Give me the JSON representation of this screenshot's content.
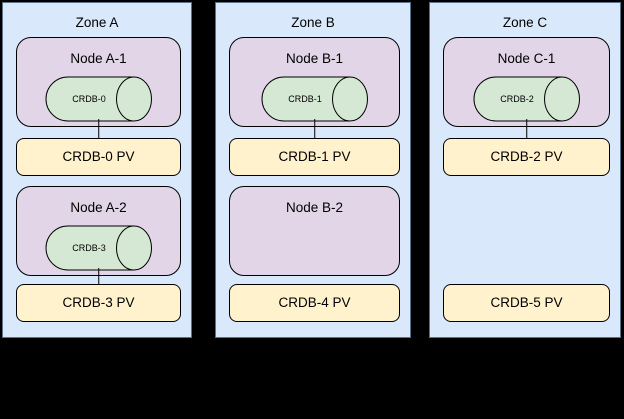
{
  "diagram": {
    "description": "CockroachDB on Kubernetes zone/node/persistent-volume topology diagram",
    "background_color": "#000000",
    "colors": {
      "zone_fill": "#dae8fc",
      "zone_border": "#5b718a",
      "node_fill": "#e1d5e7",
      "node_border": "#000000",
      "pod_fill": "#d5e8d4",
      "pod_border": "#000000",
      "pv_fill": "#fff2cc",
      "pv_border": "#000000",
      "connector_color": "#000000"
    },
    "zones": [
      {
        "title": "Zone A",
        "nodes": [
          {
            "label": "Node A-1",
            "pod": "CRDB-0",
            "pv": "CRDB-0 PV",
            "pod_connected_to_pv": true
          },
          {
            "label": "Node A-2",
            "pod": "CRDB-3",
            "pv": "CRDB-3 PV",
            "pod_connected_to_pv": true
          }
        ]
      },
      {
        "title": "Zone B",
        "nodes": [
          {
            "label": "Node B-1",
            "pod": "CRDB-1",
            "pv": "CRDB-1 PV",
            "pod_connected_to_pv": true
          },
          {
            "label": "Node B-2",
            "pod": null,
            "pv": "CRDB-4 PV",
            "pod_connected_to_pv": false
          }
        ]
      },
      {
        "title": "Zone C",
        "nodes": [
          {
            "label": "Node C-1",
            "pod": "CRDB-2",
            "pv": "CRDB-2 PV",
            "pod_connected_to_pv": true
          },
          {
            "label": null,
            "pod": null,
            "pv": "CRDB-5 PV",
            "pod_connected_to_pv": false
          }
        ]
      }
    ]
  }
}
